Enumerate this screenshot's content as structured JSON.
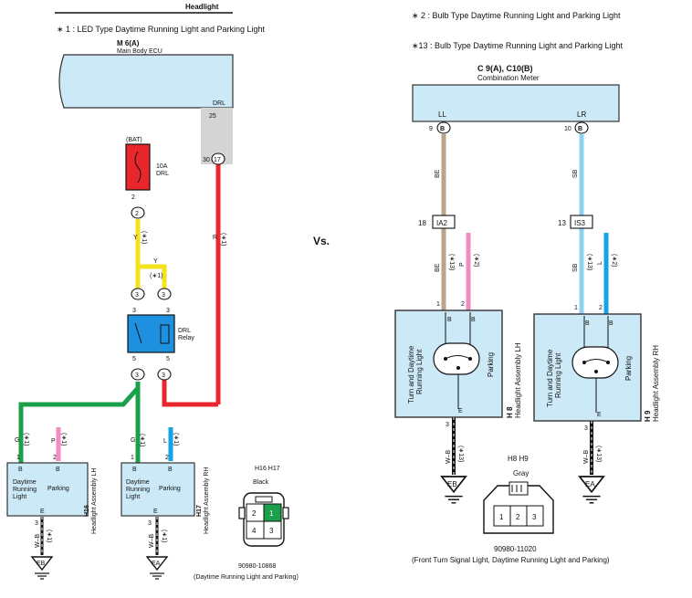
{
  "header": {
    "title": "Headlight",
    "note_led": "∗ 1 : LED Type Daytime Running Light and Parking Light",
    "note_bulb": "∗ 2 : Bulb Type Daytime Running Light and Parking Light",
    "note_13": "∗13 : Bulb Type Daytime Running Light and Parking Light",
    "vs_label": "Vs."
  },
  "left": {
    "ecu": {
      "code": "M 6(A)",
      "name": "Main Body ECU",
      "pin_label": "DRL",
      "pin_top": "25",
      "pin_bottom": "30",
      "pin_circle": "17"
    },
    "fuse": {
      "bat": "(BAT)",
      "rating": "10A",
      "name": "DRL",
      "pin": "2",
      "pin_bottom": "2"
    },
    "relay": {
      "name": "DRL",
      "name2": "Relay",
      "pin_tl": "3",
      "pin_tr": "3",
      "pin_bl": "5",
      "pin_br": "5"
    },
    "wires": {
      "y_color": "Y",
      "y_note": "(∗1)",
      "y2_color": "Y",
      "y2_note": "(∗1)",
      "r_color": "R",
      "r_note": "(∗1)",
      "g_color": "G",
      "g_note": "(∗1)",
      "g2_color": "G",
      "g2_note": "(∗1)",
      "p_color": "P",
      "p_note": "(∗1)",
      "l_color": "L",
      "l_note": "(∗1)",
      "wb_color": "W–B",
      "wb_note": "(∗1)",
      "wb2_color": "W–B",
      "wb2_note": "(∗1)"
    },
    "conn_pins": {
      "c1": "2",
      "c2": "3",
      "c3": "3",
      "c4": "3",
      "c5": "3"
    },
    "lamp_lh": {
      "pin1": "1",
      "pin2": "2",
      "b1": "B",
      "b2": "B",
      "drl": "Daytime",
      "drl2": "Running",
      "drl3": "Light",
      "parking": "Parking",
      "e": "E",
      "pin3": "3",
      "code": "H16",
      "name": "Headlight Assembly LH"
    },
    "lamp_rh": {
      "pin1": "1",
      "pin2": "2",
      "b1": "B",
      "b2": "B",
      "drl": "Daytime",
      "drl2": "Running",
      "drl3": "Light",
      "parking": "Parking",
      "e": "E",
      "pin3": "3",
      "code": "H17",
      "name": "Headlight Assembly RH"
    },
    "ground_lh": "EB",
    "ground_rh": "EA",
    "connector": {
      "codes": "H16   H17",
      "color": "Black",
      "pins": [
        "2",
        "1",
        "4",
        "3"
      ],
      "part": "90980-10868",
      "desc": "(Daytime Running Light and Parking)"
    }
  },
  "right": {
    "meter": {
      "code": "C 9(A), C10(B)",
      "name": "Combination Meter",
      "ll": "LL",
      "lr": "LR",
      "pin_l": "9",
      "pin_r": "10",
      "circ_l": "B",
      "circ_r": "B"
    },
    "wires": {
      "be_color": "BE",
      "sb_color": "SB",
      "be2_color": "BE",
      "be2_note": "(∗13)",
      "p_color": "P",
      "p_note": "(∗2)",
      "sb2_color": "SB",
      "sb2_note": "(∗13)",
      "l_color": "L",
      "l_note": "(∗2)",
      "wb_color": "W–B",
      "wb_note": "(∗13)",
      "wb2_color": "W–B",
      "wb2_note": "(∗13)"
    },
    "junction_l": {
      "pin": "18",
      "code": "IA2"
    },
    "junction_r": {
      "pin": "13",
      "code": "IS3"
    },
    "lamp_lh": {
      "pin1": "1",
      "pin2": "2",
      "b1": "B",
      "b2": "B",
      "turn": "Turn and Daytime",
      "turn2": "Running Light",
      "parking": "Parking",
      "e": "E",
      "pin3": "3",
      "code": "H 8",
      "name": "Headlight Assembly LH"
    },
    "lamp_rh": {
      "pin1": "1",
      "pin2": "2",
      "b1": "B",
      "b2": "B",
      "turn": "Turn and Daytime",
      "turn2": "Running Light",
      "parking": "Parking",
      "e": "E",
      "pin3": "3",
      "code": "H 9",
      "name": "Headlight Assembly RH"
    },
    "ground_lh": "EB",
    "ground_rh": "EA",
    "connector": {
      "codes": "H8   H9",
      "color": "Gray",
      "pins": [
        "1",
        "2",
        "3"
      ],
      "part": "90980-11020",
      "desc": "(Front Turn Signal Light, Daytime Running Light and Parking)"
    }
  },
  "colors": {
    "box": "#cce9f7",
    "box_stroke": "#333333",
    "fuse": "#e8262b",
    "relay": "#1e90e0",
    "wire_y": "#f4e21c",
    "wire_r": "#e8262b",
    "wire_g": "#1aa04a",
    "wire_p": "#f18cc2",
    "wire_l": "#16a3e6",
    "wire_be": "#bba38c",
    "wire_sb": "#8fd3f0",
    "gray_pin": "#bfbfbf"
  }
}
